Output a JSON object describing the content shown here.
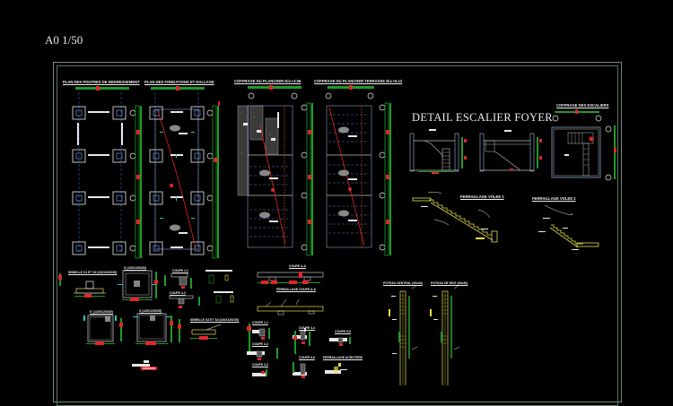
{
  "sheet": {
    "scale_label": "A0 1/50",
    "background": "#000000",
    "frame_color": "#6f8f7a"
  },
  "plans": [
    {
      "title": "PLAN DES POUTRES DE REDRESSEMENT",
      "axes": [
        "1",
        "2",
        "3",
        "4"
      ]
    },
    {
      "title": "PLAN DES FONDATIONS ET DALLAGE",
      "axes": [
        "1",
        "2",
        "3",
        "4"
      ]
    },
    {
      "title": "COFFRAGE DU PLANCHER Niv.+3.06",
      "axes": [
        "1",
        "2",
        "3",
        "4"
      ]
    },
    {
      "title": "COFFRAGE DU PLANCHER TERRASSE Niv.+6.12",
      "axes": [
        "1",
        "2",
        "3",
        "4"
      ]
    }
  ],
  "stair_detail": {
    "title": "DETAIL ESCALIER FOYER",
    "coffrage_title": "COFFRAGE DES ESCALIERS",
    "ferraillage_1": "FERRAILLAGE VOLEE 1",
    "ferraillage_2": "FERRAILLAGE VOLEE 2"
  },
  "details": {
    "semelle_1": "SEMELLE S1 ET S2 (120X120X30)",
    "semelle_plan_1": "S (120X120X30)",
    "semelle_2": "S' (120X120X30)",
    "semelle_3": "S (120X120X30)",
    "semelle_4": "SEMELLE S3 ET S4 (120X120X30)",
    "coupe_1": "COUPE 1-1",
    "coupe_2": "COUPE 2-2",
    "coupe_aa": "COUPE A-A",
    "ferraillage_aa": "FERRAILLAGE COUPE A-A",
    "coupe_11": "COUPE 1-1",
    "coupe_22": "COUPE 2-2",
    "coupe_33": "COUPE 3-3",
    "coupe_44": "COUPE 4-4",
    "coupe_55": "COUPE 5-5",
    "coupe_66": "COUPE 6-6",
    "ferraillage_acrotere": "FERRAILLAGE ACROTERE",
    "poteau_central": "POTEAU CENTRAL (30x30)",
    "poteau_rive": "POTEAU DE RIVE (30x30)"
  },
  "dimensions": {
    "d120": "120",
    "d30": "30",
    "d125": "125",
    "d110": "110",
    "d20": "20",
    "d50": "50"
  },
  "colors": {
    "green": "#1f9a2a",
    "red": "#e0262a",
    "white": "#e8e8e8",
    "blue": "#3a5fd0",
    "cyan": "#2cc6c0",
    "yellow": "#e6e04a",
    "gray": "#9a9a9a"
  }
}
